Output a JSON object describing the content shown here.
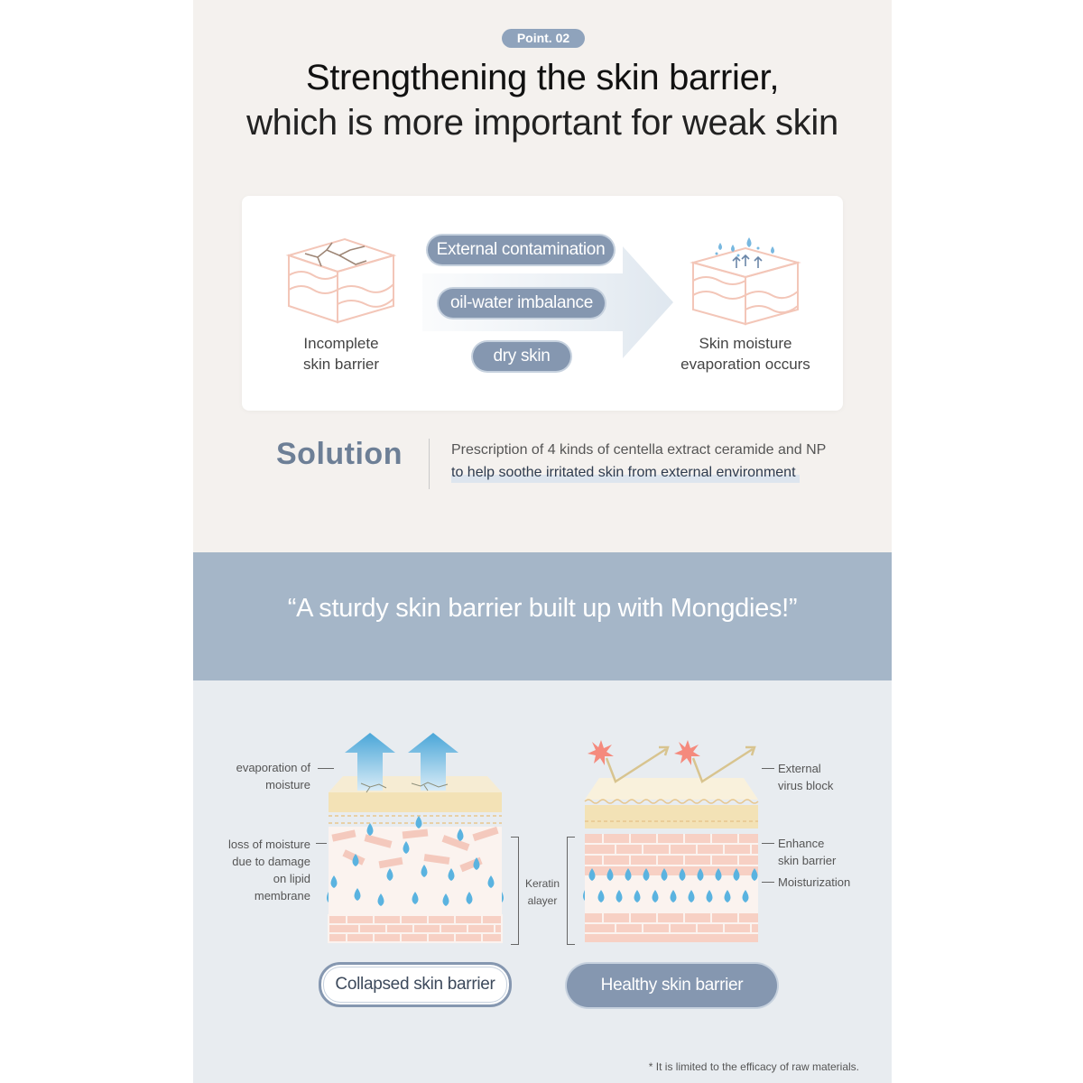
{
  "header": {
    "badge": "Point. 02",
    "title_line1": "Strengthening the skin barrier,",
    "title_line2": "which is more important for weak skin"
  },
  "problem": {
    "left_caption_line1": "Incomplete",
    "left_caption_line2": "skin barrier",
    "causes": [
      "External contamination",
      "oil-water imbalance",
      "dry skin"
    ],
    "right_caption_line1": "Skin moisture",
    "right_caption_line2": "evaporation occurs"
  },
  "solution": {
    "heading": "Solution",
    "line1": "Prescription of 4 kinds of centella extract ceramide and NP",
    "line2": "to help soothe irritated skin from external environment"
  },
  "band": {
    "quote": "“A sturdy skin barrier built up with Mongdies!”"
  },
  "comparison": {
    "left_labels": {
      "evaporation_line1": "evaporation of",
      "evaporation_line2": "moisture",
      "loss_line1": "loss of moisture",
      "loss_line2": "due to damage",
      "loss_line3": "on lipid",
      "loss_line4": "membrane"
    },
    "center_label_line1": "Keratin",
    "center_label_line2": "alayer",
    "right_labels": {
      "virus_line1": "External",
      "virus_line2": "virus block",
      "barrier_line1": "Enhance",
      "barrier_line2": "skin barrier",
      "moist": "Moisturization"
    },
    "collapsed_button": "Collapsed skin barrier",
    "healthy_button": "Healthy skin barrier"
  },
  "footnote": "* It is limited to the efficacy of raw materials.",
  "colors": {
    "background": "#f4f1ee",
    "accent_blue": "#8597b0",
    "band_blue": "#a5b6c8",
    "skin_pink": "#f4c9bd",
    "water_drop": "#59b3e0"
  }
}
